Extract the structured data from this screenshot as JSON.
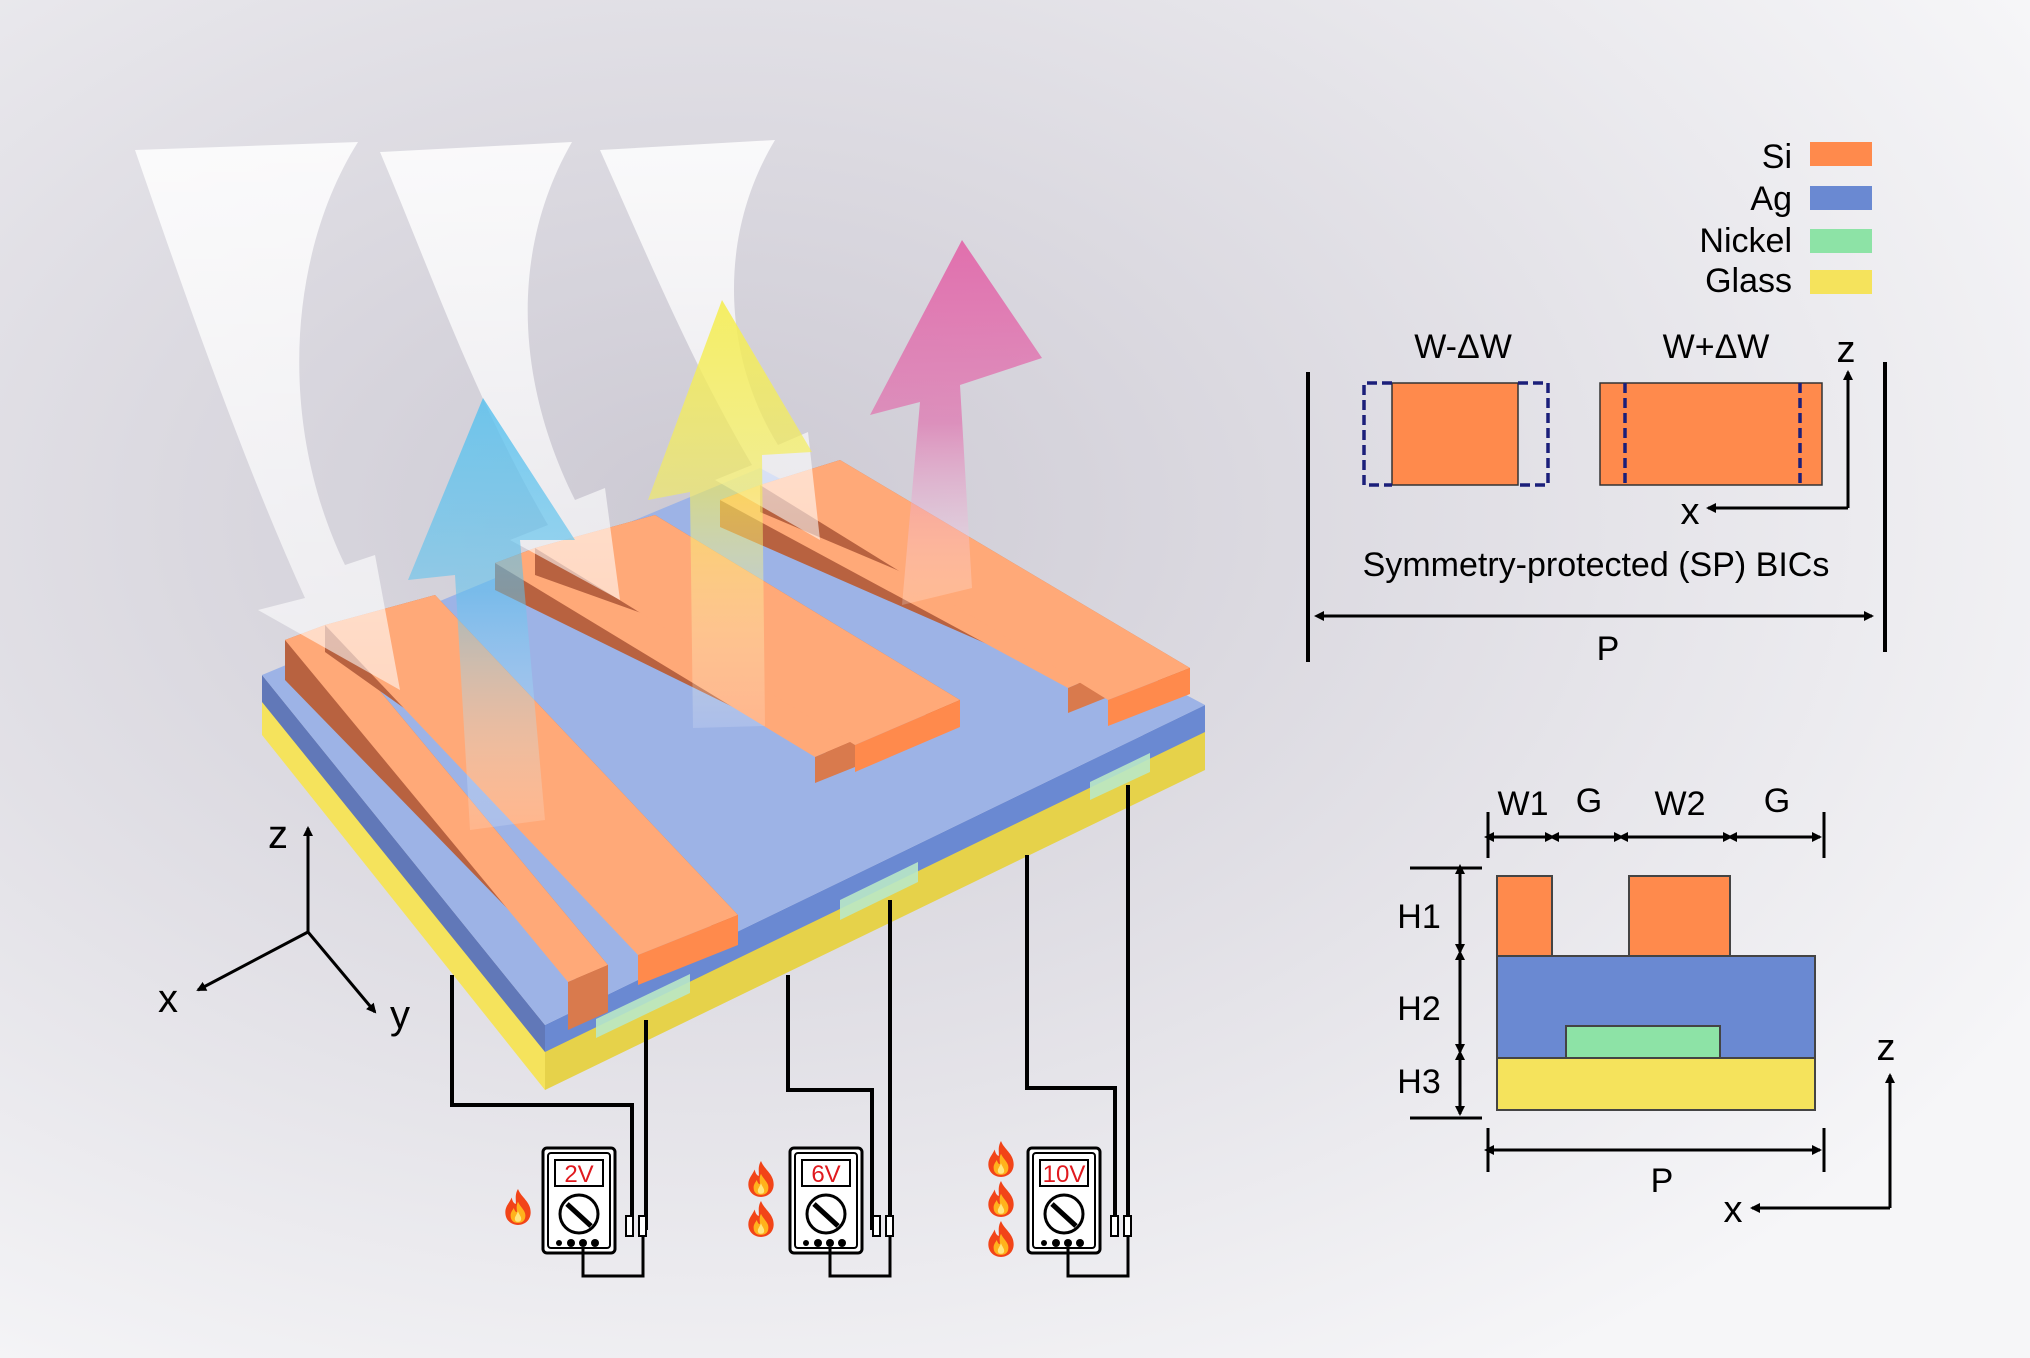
{
  "colors": {
    "background_center": "#ccc9d3",
    "background_edge": "#f6f6f8",
    "si": "#ff8a4c",
    "si_top": "#ffa978",
    "si_side": "#b86240",
    "ag": "#6a89d2",
    "ag_top": "#9db3e6",
    "nickel": "#8de3a6",
    "glass": "#f5e35c",
    "arrow_blue": "#5cc2ee",
    "arrow_yellow": "#f5ee55",
    "arrow_pink": "#e264a8",
    "dashed_outline": "#1b1f7a",
    "voltmeter_text": "#e0191e"
  },
  "legend": {
    "items": [
      {
        "label": "Si",
        "color": "#ff8a4c"
      },
      {
        "label": "Ag",
        "color": "#6a89d2"
      },
      {
        "label": "Nickel",
        "color": "#8de3a6"
      },
      {
        "label": "Glass",
        "color": "#f5e35c"
      }
    ]
  },
  "bic_panel": {
    "left_label": "W-ΔW",
    "right_label": "W+ΔW",
    "caption": "Symmetry-protected (SP) BICs",
    "period_label": "P",
    "axis_z": "z",
    "axis_x": "x"
  },
  "cross_section": {
    "w1": "W1",
    "g1": "G",
    "w2": "W2",
    "g2": "G",
    "h1": "H1",
    "h2": "H2",
    "h3": "H3",
    "period_label": "P",
    "axis_z": "z",
    "axis_x": "x"
  },
  "device_axes": {
    "z": "z",
    "x": "x",
    "y": "y"
  },
  "voltmeters": [
    {
      "reading": "2V",
      "flames": 1
    },
    {
      "reading": "6V",
      "flames": 2
    },
    {
      "reading": "10V",
      "flames": 3
    }
  ]
}
